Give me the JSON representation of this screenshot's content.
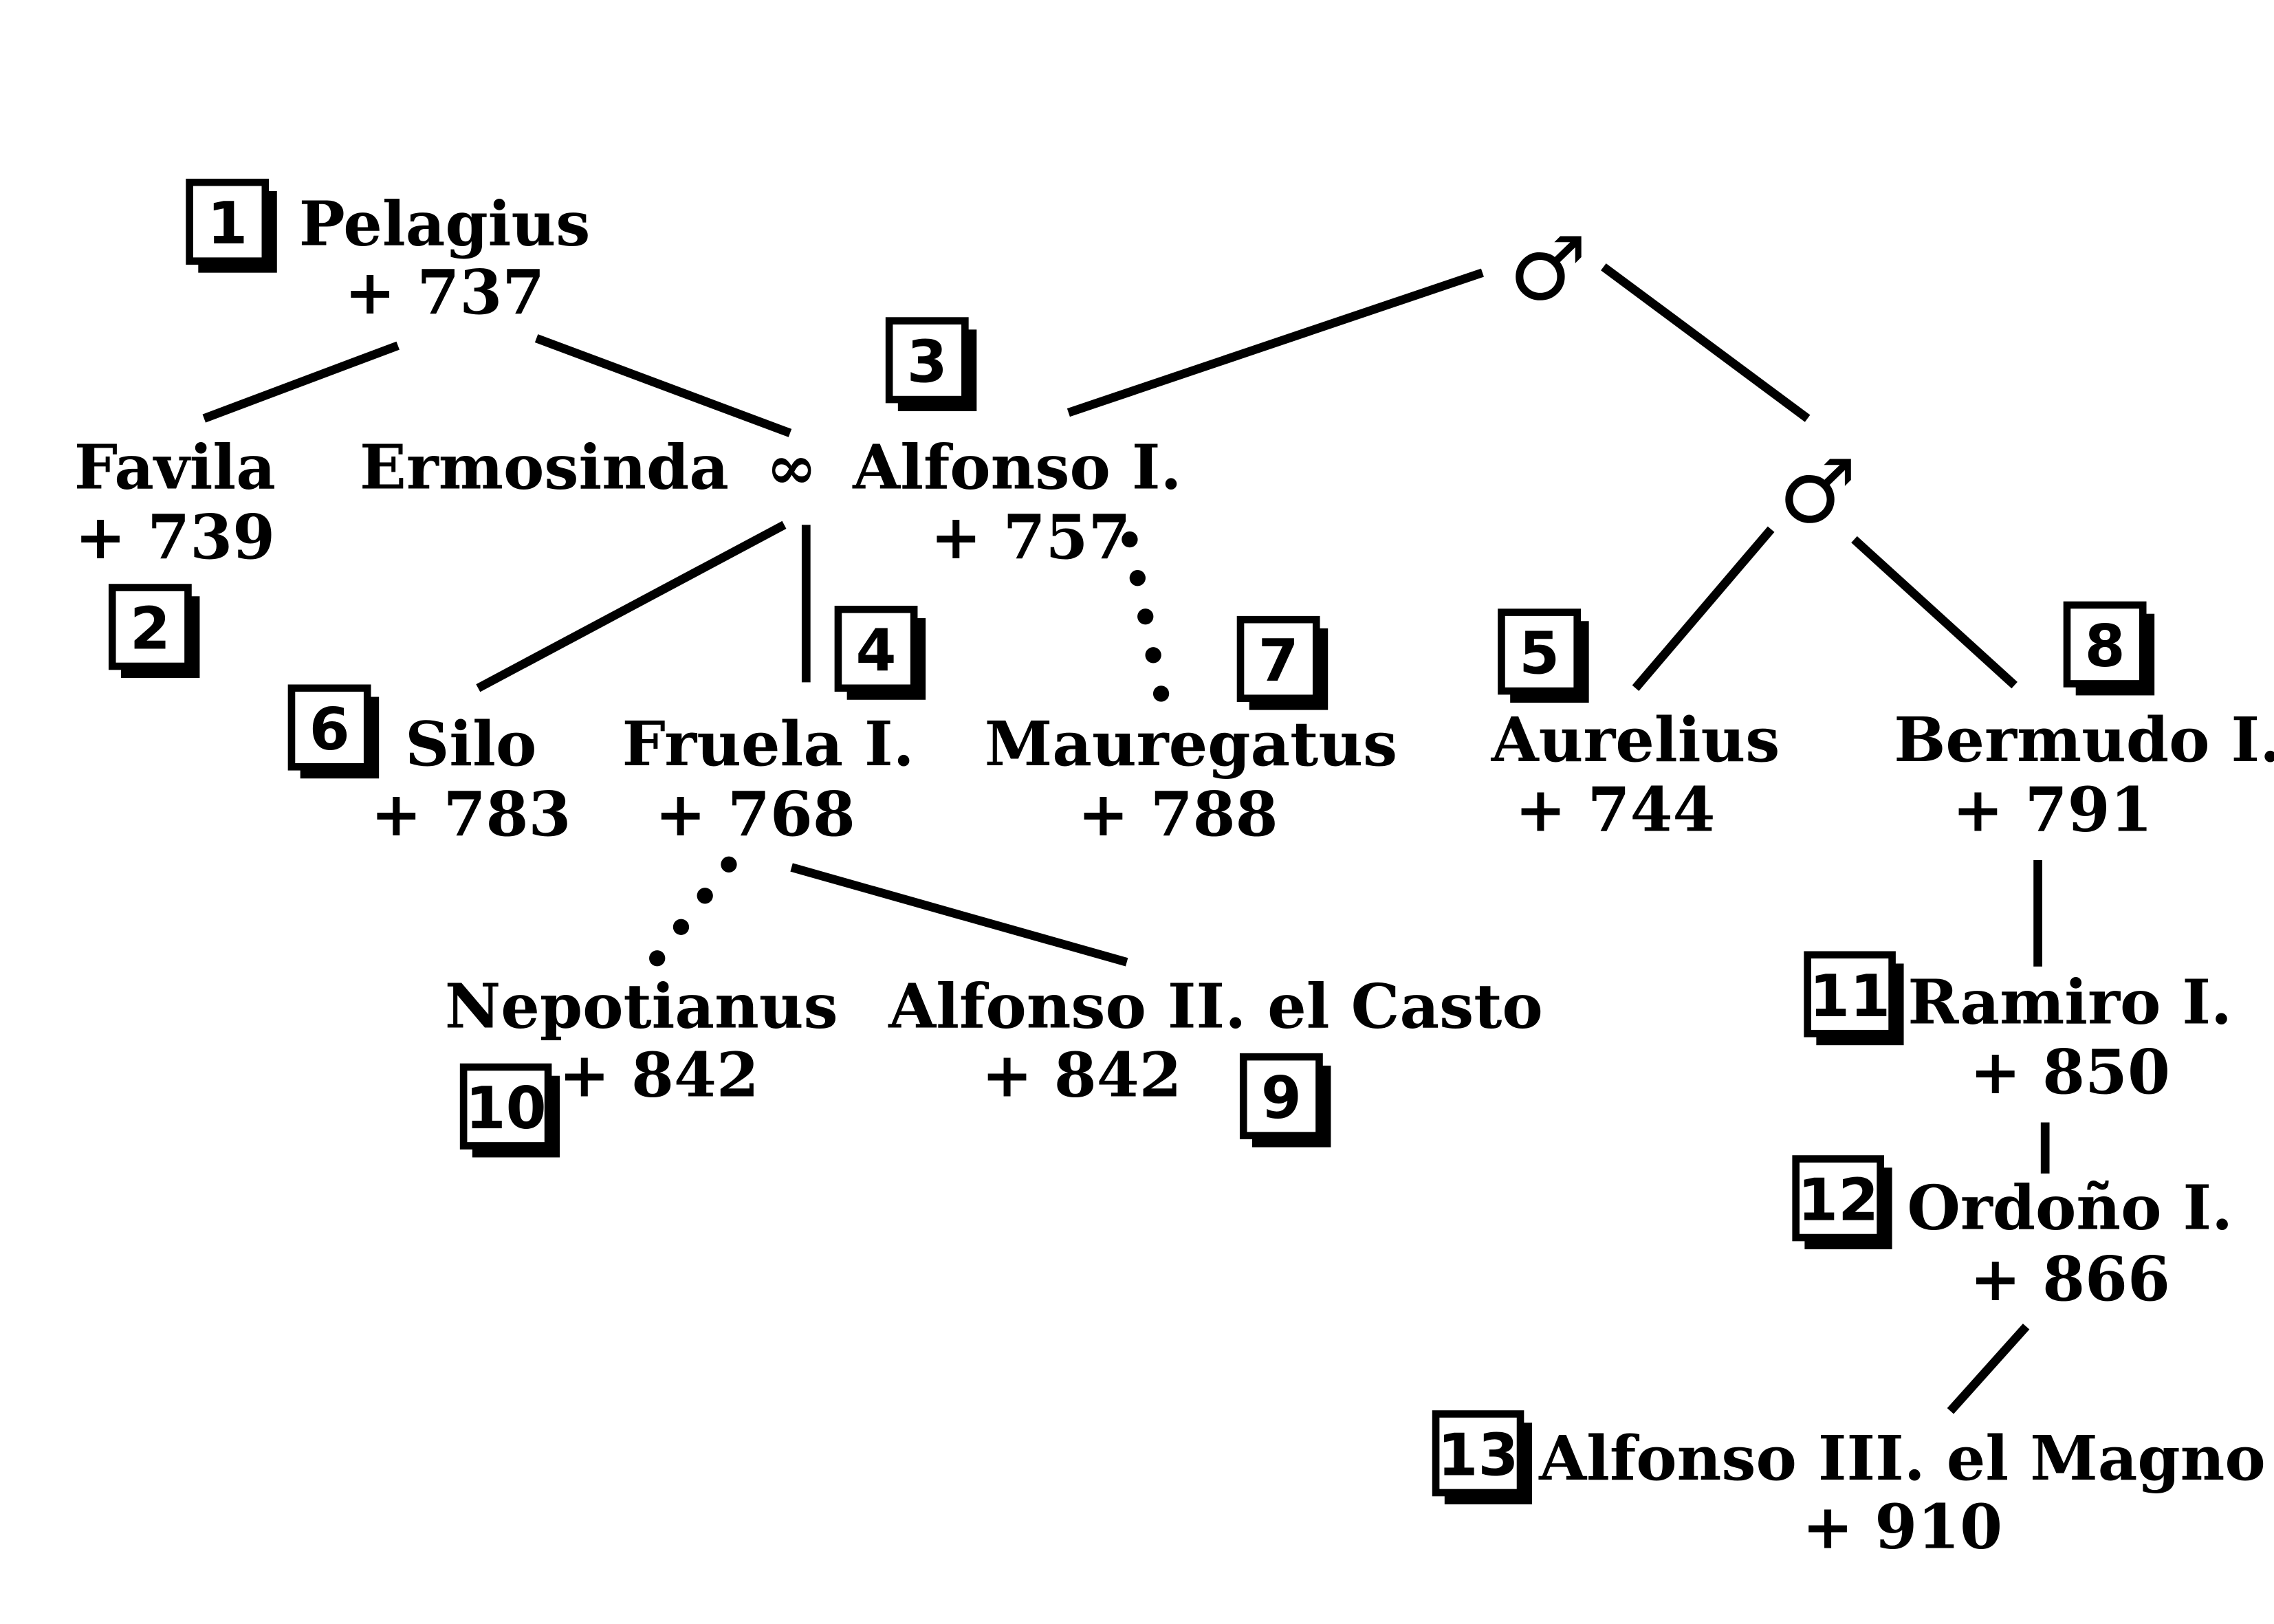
{
  "persons": {
    "pelagius": {
      "num": "1",
      "name": "Pelagius",
      "death": "+ 737"
    },
    "favila": {
      "num": "2",
      "name": "Favila",
      "death": "+ 739"
    },
    "ermosinda": {
      "name": "Ermosinda"
    },
    "alfonso1": {
      "num": "3",
      "name": "Alfonso I.",
      "death": "+ 757"
    },
    "fruela1": {
      "num": "4",
      "name": "Fruela I.",
      "death": "+ 768"
    },
    "aurelius": {
      "num": "5",
      "name": "Aurelius",
      "death": "+ 744"
    },
    "silo": {
      "num": "6",
      "name": "Silo",
      "death": "+ 783"
    },
    "mauregatus": {
      "num": "7",
      "name": "Mauregatus",
      "death": "+ 788"
    },
    "bermudo1": {
      "num": "8",
      "name": "Bermudo I.",
      "death": "+ 791"
    },
    "alfonso2": {
      "num": "9",
      "name": "Alfonso II. el Casto",
      "death": "+ 842"
    },
    "nepotianus": {
      "num": "10",
      "name": "Nepotianus",
      "death": "+ 842"
    },
    "ramiro1": {
      "num": "11",
      "name": "Ramiro I.",
      "death": "+ 850"
    },
    "ordono1": {
      "num": "12",
      "name": "Ordoño I.",
      "death": "+ 866"
    },
    "alfonso3": {
      "num": "13",
      "name": "Alfonso III. el Magno",
      "death": "+ 910"
    }
  },
  "symbols": {
    "marriage": "∞",
    "male": "♂"
  }
}
